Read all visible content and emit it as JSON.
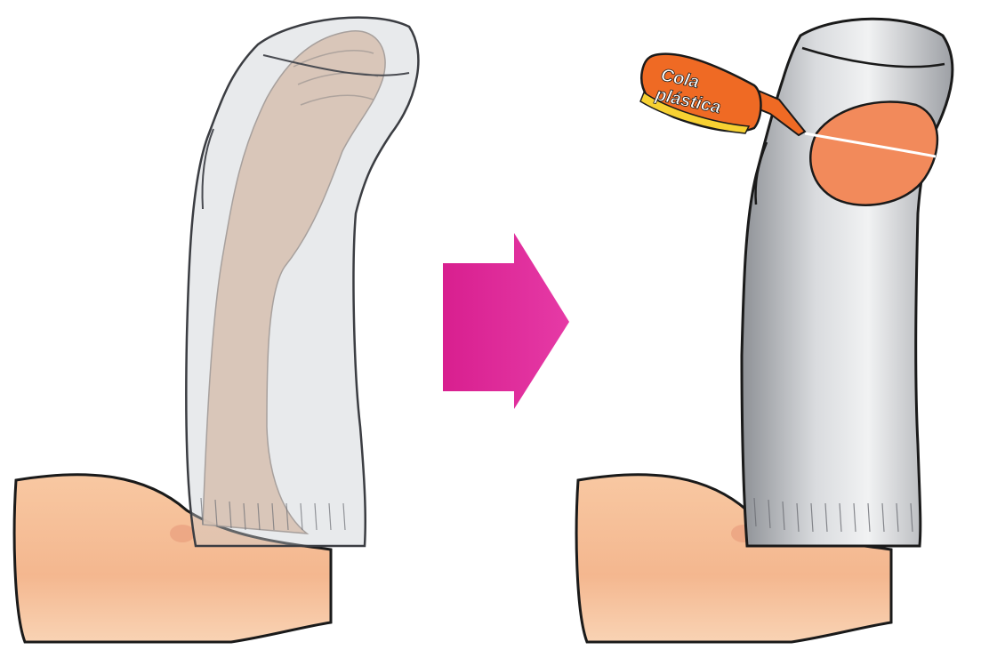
{
  "glue_bottle": {
    "label_line1": "Cola",
    "label_line2": "plástica"
  },
  "colors": {
    "background": "#ffffff",
    "arrow": "#e0289a",
    "skin": "#f6c49e",
    "sock_gray": "#bcbfc4",
    "patch_orange": "#f28a5b",
    "bottle_orange": "#ef6a24",
    "bottle_yellow": "#f7d132",
    "outline": "#1a1a1a"
  },
  "icons": {
    "left_panel": "arm-in-transparent-sock-illustration",
    "center": "arrow-right-icon",
    "right_panel": "sock-with-glued-patch-illustration",
    "bottle": "glue-bottle-icon"
  }
}
